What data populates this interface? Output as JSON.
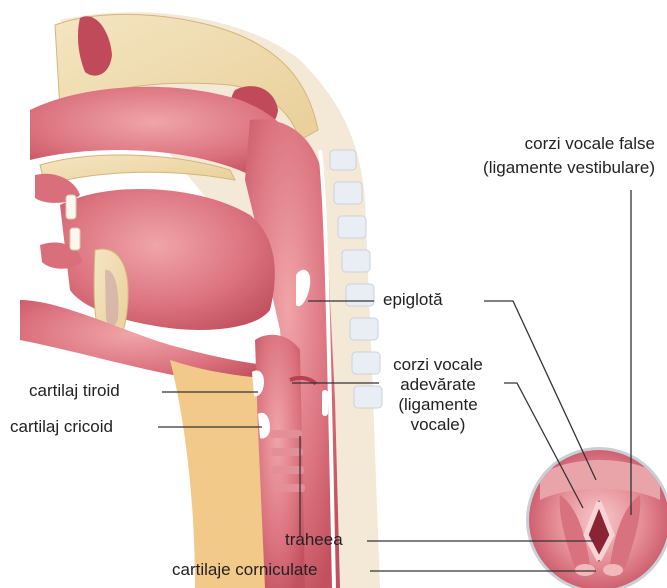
{
  "labels": {
    "false_cords_line1": "corzi vocale false",
    "false_cords_line2": "(ligamente vestibulare)",
    "epiglottis": "epiglotă",
    "true_cords_line1": "corzi vocale",
    "true_cords_line2": "adevărate",
    "true_cords_line3": "(ligamente",
    "true_cords_line4": "vocale)",
    "thyroid_cartilage": "cartilaj tiroid",
    "cricoid_cartilage": "cartilaj cricoid",
    "trachea": "traheea",
    "corniculate_cartilages": "cartilaje corniculate"
  },
  "colors": {
    "tissue": "#d9707a",
    "tissue_light": "#efb0b4",
    "tissue_dark": "#b94555",
    "bone": "#f1ddb2",
    "cartilage_band": "#f3c98a",
    "skin": "#f6ecdc",
    "cartilage_white": "#ffffff",
    "leader_line": "#333333"
  }
}
